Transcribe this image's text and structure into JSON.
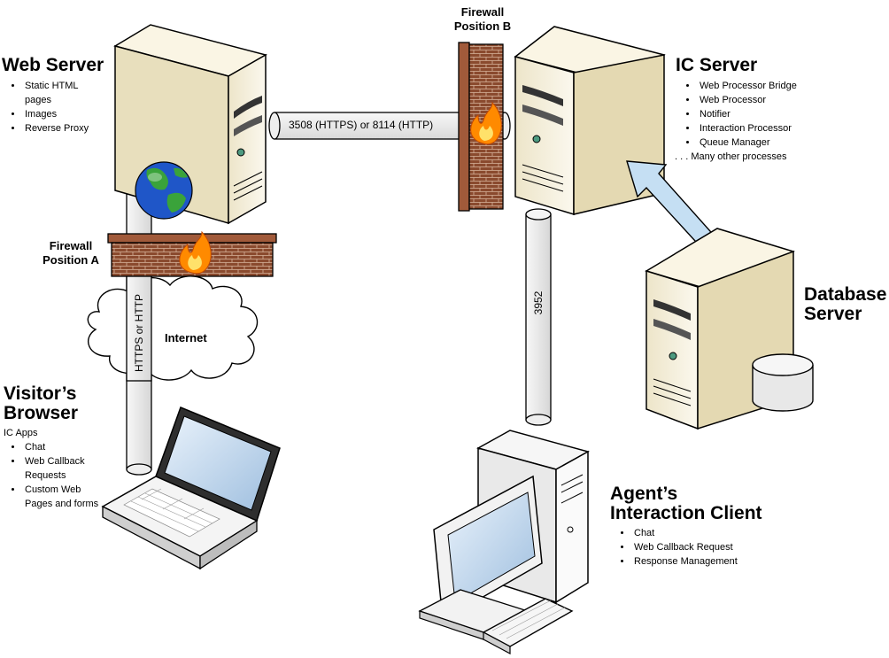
{
  "web_server": {
    "title": "Web Server",
    "items": [
      "Static HTML pages",
      "Images",
      "Reverse Proxy"
    ]
  },
  "firewall_b": {
    "line1": "Firewall",
    "line2": "Position B"
  },
  "firewall_a": {
    "line1": "Firewall",
    "line2": "Position A"
  },
  "ic_server": {
    "title": "IC Server",
    "items": [
      "Web Processor Bridge",
      "Web Processor",
      "Notifier",
      "Interaction Processor",
      "Queue Manager"
    ],
    "more": ". . . Many other processes"
  },
  "database_server": {
    "line1": "Database",
    "line2": "Server"
  },
  "internet": {
    "label": "Internet"
  },
  "pipes": {
    "web_to_ic": "3508 (HTTPS) or 8114 (HTTP)",
    "browser_to_web": "HTTPS or HTTP",
    "ic_to_client": "3952"
  },
  "visitor_browser": {
    "line1": "Visitor’s",
    "line2": "Browser",
    "subtitle": "IC Apps",
    "items": [
      "Chat",
      "Web Callback Requests",
      "Custom Web Pages and forms"
    ]
  },
  "agent_client": {
    "line1": "Agent’s",
    "line2": "Interaction Client",
    "items": [
      "Chat",
      "Web Callback Request",
      "Response Management"
    ]
  },
  "colors": {
    "server_body": "#f2ecd6",
    "server_side": "#d9cfa8",
    "brick": "#8a4a2e",
    "pipe": "#e6e6e6",
    "arrow_fill": "#c5dff3",
    "globe_ocean": "#1f56c8",
    "globe_land": "#3aa33a"
  }
}
